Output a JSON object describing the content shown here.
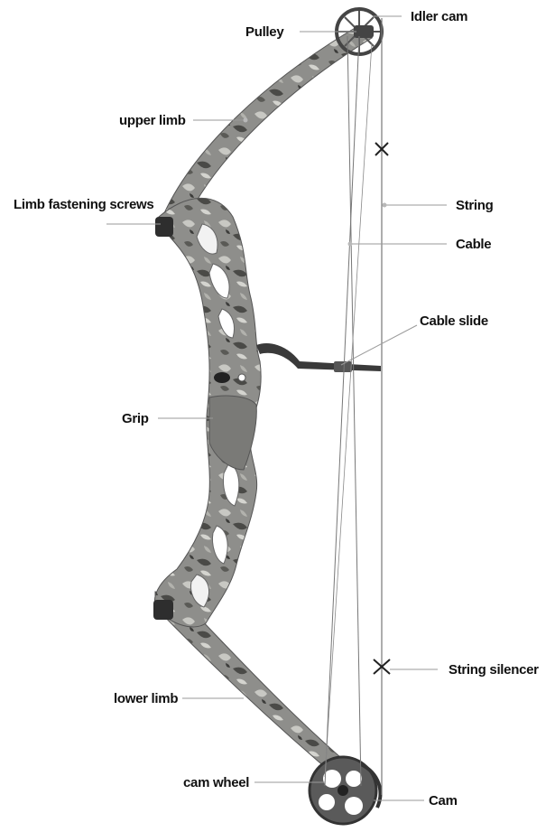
{
  "labels": {
    "idler_cam": "Idler cam",
    "pulley": "Pulley",
    "upper_limb": "upper limb",
    "limb_fastening_screws": "Limb fastening screws",
    "string": "String",
    "cable": "Cable",
    "cable_slide": "Cable slide",
    "grip": "Grip",
    "string_silencer": "String silencer",
    "lower_limb": "lower limb",
    "cam_wheel": "cam wheel",
    "cam": "Cam"
  },
  "colors": {
    "camo_base": "#8a8a88",
    "camo_dark": "#3e3e3c",
    "camo_light": "#c9c9c5",
    "wheel": "#4a4a4a",
    "string": "#707070",
    "leader_line": "#9a9a9a"
  }
}
